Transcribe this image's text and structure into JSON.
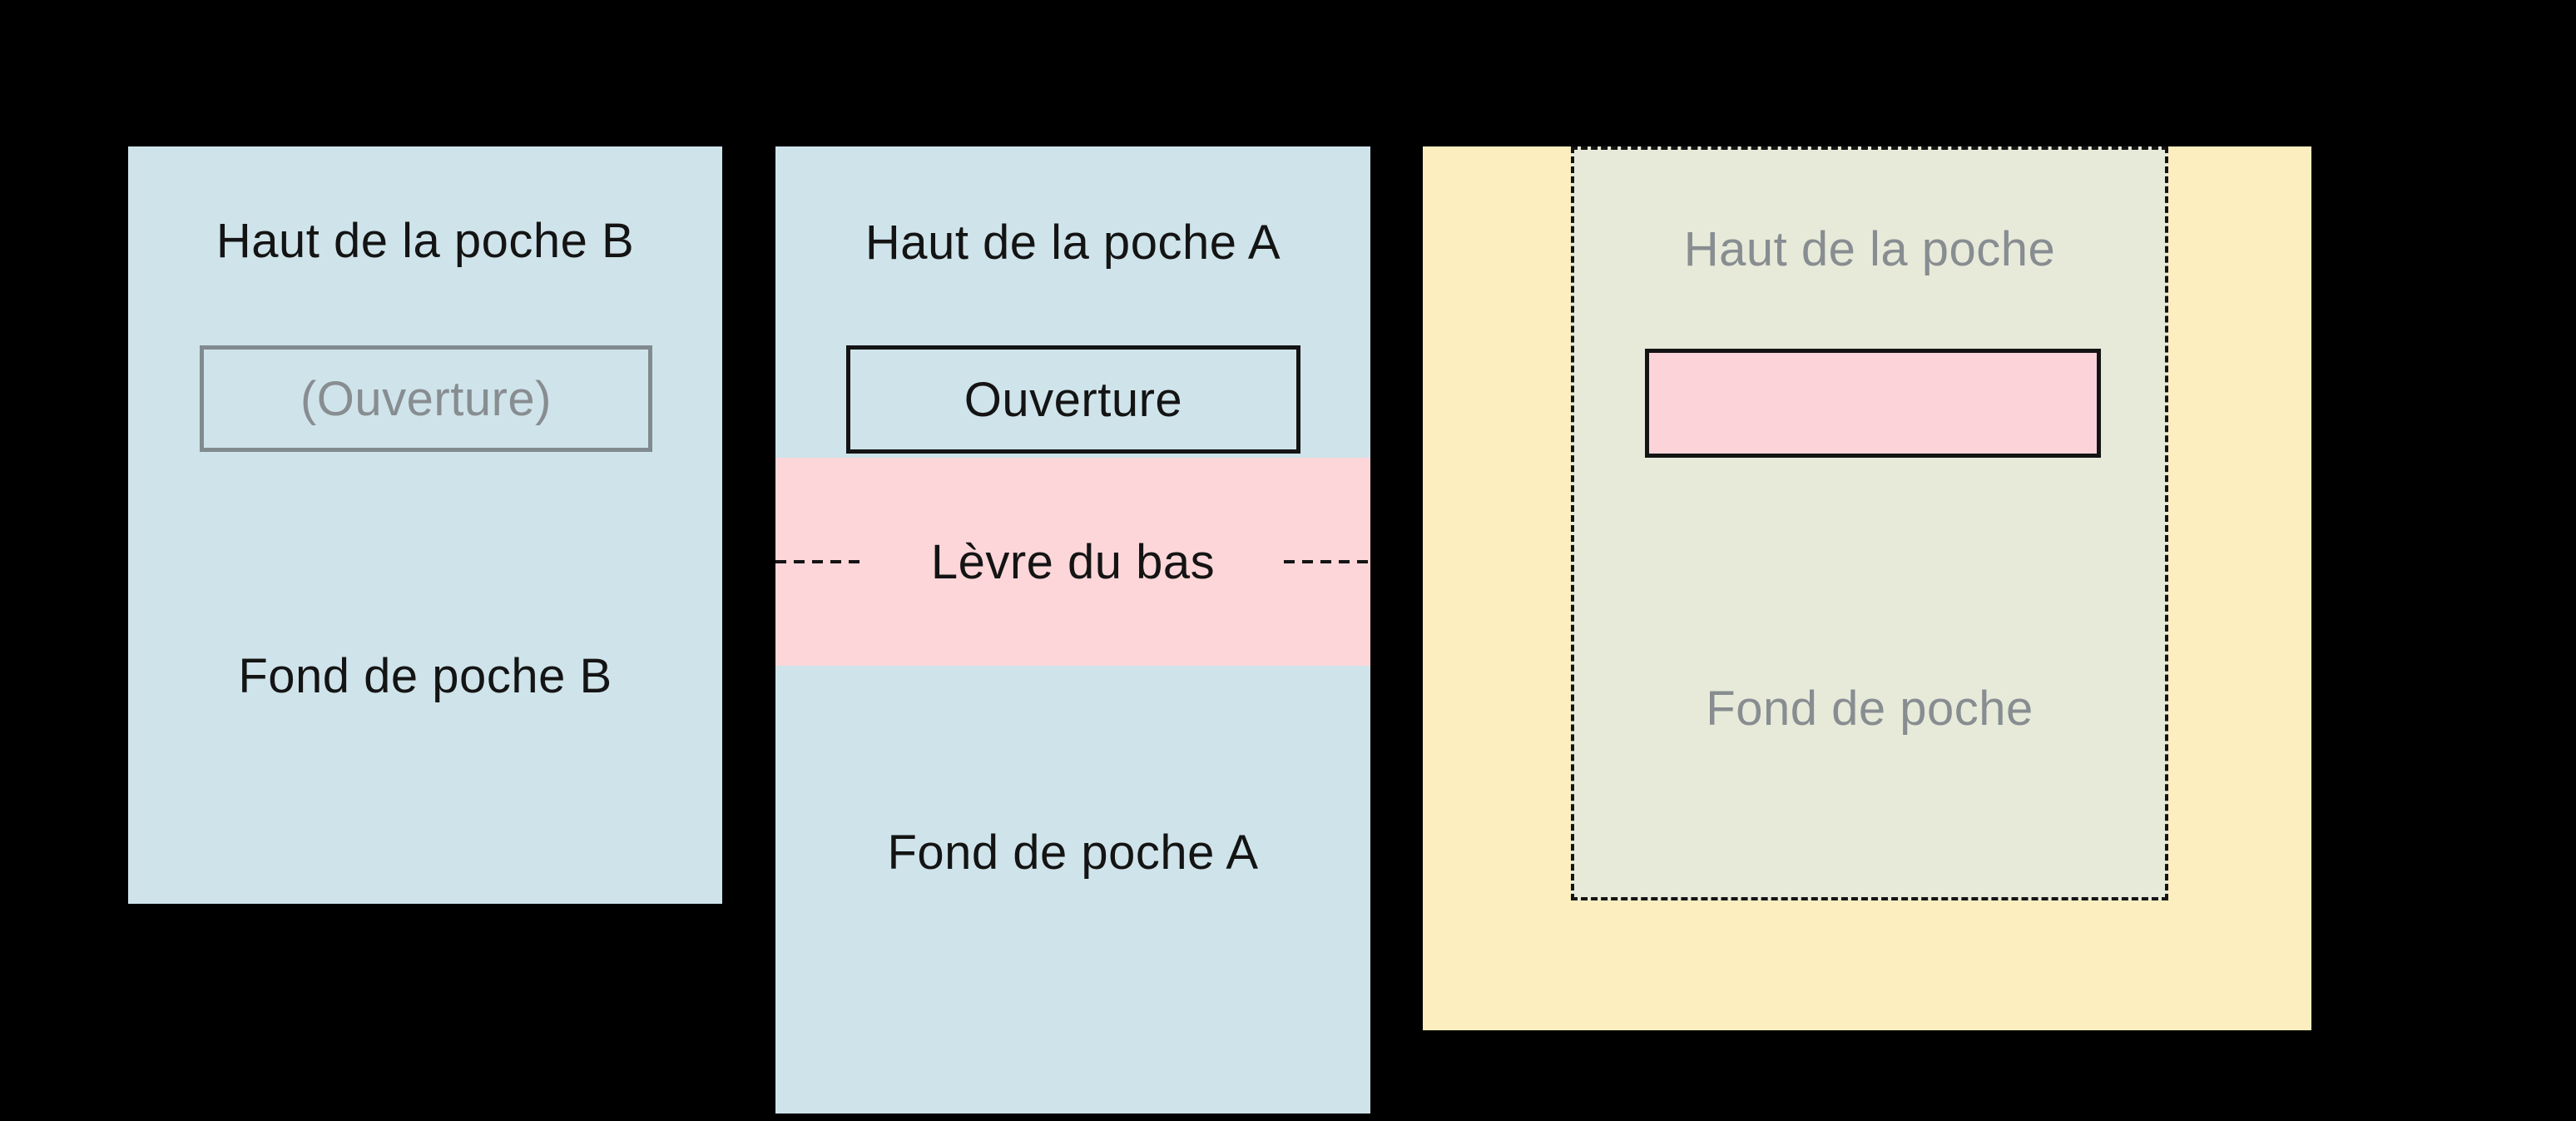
{
  "colors": {
    "background": "#000000",
    "fabric-blue": "#cfe4ea",
    "fabric-yellow": "#fceebe",
    "pink": "#fdd6d9",
    "pink-box": "#fdd3da",
    "overlay-green": "#e7ead9",
    "gray-text": "#878d90",
    "gray-border": "#808a8f",
    "ink": "#141414"
  },
  "panels": [
    {
      "id": "pocket-piece-b",
      "top_label": "Haut de la poche B",
      "opening_label": "(Ouverture)",
      "bottom_label": "Fond de poche B"
    },
    {
      "id": "pocket-piece-a",
      "top_label": "Haut de la poche A",
      "opening_label": "Ouverture",
      "lip_label": "Lèvre du bas",
      "bottom_label": "Fond de poche A"
    },
    {
      "id": "garment",
      "pocket_top_label": "Haut de la poche",
      "pocket_bottom_label": "Fond de poche"
    }
  ]
}
